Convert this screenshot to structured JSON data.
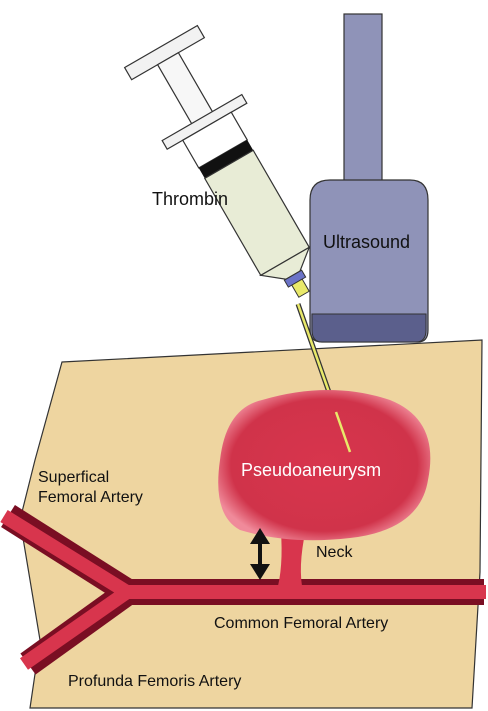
{
  "labels": {
    "thrombin": "Thrombin",
    "ultrasound": "Ultrasound",
    "pseudoaneurysm": "Pseudoaneurysm",
    "superficial_line1": "Superfical",
    "superficial_line2": "Femoral Artery",
    "neck": "Neck",
    "common_femoral": "Common Femoral Artery",
    "profunda": "Profunda Femoris Artery"
  },
  "colors": {
    "tissue": "#eed5a0",
    "artery_fill": "#d8354d",
    "artery_wall": "#7a0e23",
    "pseudoaneurysm_fill": "#d8354d",
    "probe_body": "#8f93b8",
    "probe_tip": "#5b5f8c",
    "syringe_barrel": "#e8ecd6",
    "needle": "#e9e96a",
    "hub": "#6b73c7",
    "stopper": "#111111"
  }
}
